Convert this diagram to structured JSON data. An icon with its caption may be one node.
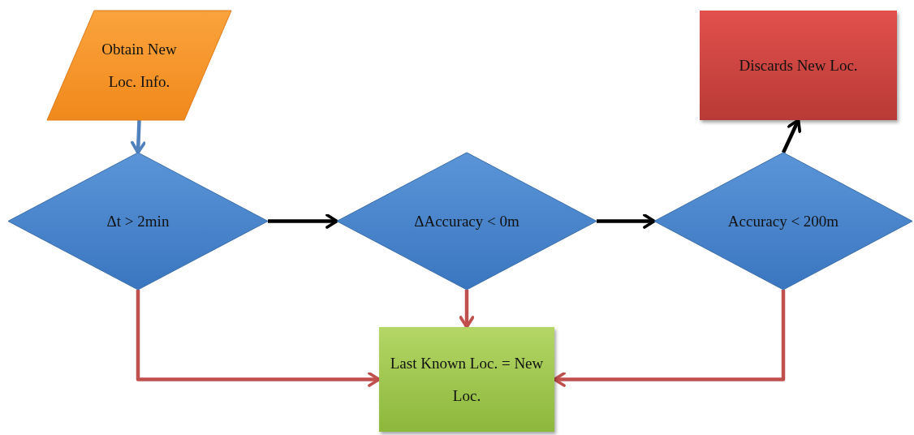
{
  "diagram": {
    "nodes": [
      {
        "text": [
          "Obtain New Loc. Info."
        ]
      },
      {
        "text": [
          "Discards New Loc."
        ]
      },
      {
        "text": [
          "Δt > 2min"
        ]
      },
      {
        "text": [
          "ΔAccuracy < 0m"
        ]
      },
      {
        "text": [
          "Accuracy < 200m"
        ]
      },
      {
        "text": [
          "Last Known Loc. = New Loc."
        ]
      }
    ],
    "edges": [
      {
        "from": 0,
        "to": 2,
        "arrow": "to",
        "color": "#4f81bd"
      },
      {
        "from": 2,
        "to": 3,
        "arrow": "to",
        "color": "#000000"
      },
      {
        "from": 3,
        "to": 4,
        "arrow": "to",
        "color": "#000000"
      },
      {
        "from": 4,
        "to": 1,
        "arrow": "to",
        "color": "#000000"
      },
      {
        "from": 2,
        "to": 5,
        "arrow": "to",
        "color": "#c0504d"
      },
      {
        "from": 3,
        "to": 5,
        "arrow": "to",
        "color": "#c0504d"
      },
      {
        "from": 4,
        "to": 5,
        "arrow": "to",
        "color": "#c0504d"
      }
    ]
  }
}
